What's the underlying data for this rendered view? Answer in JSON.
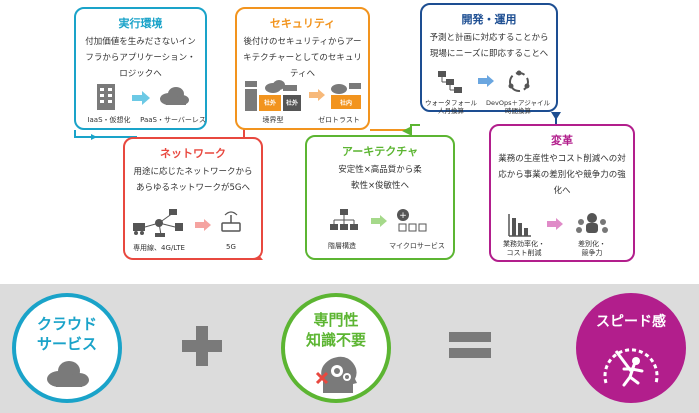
{
  "cards": {
    "env": {
      "title": "実行環境",
      "desc": "付加価値を生みださないインフラからアプリケーション・ロジックへ",
      "label_left": "IaaS・仮想化",
      "label_right": "PaaS・サーバーレス",
      "color": "#1aa3c9"
    },
    "sec": {
      "title": "セキュリティ",
      "desc": "後付けのセキュリティからアーキテクチャーとしてのセキュリティへ",
      "label_left": "境界型",
      "label_right": "ゼロトラスト",
      "badge_a": "社外",
      "badge_b": "社外",
      "badge_c": "社内",
      "color": "#f2941e"
    },
    "dev": {
      "title": "開発・運用",
      "desc": "予測と計画に対応することから現場にニーズに即応することへ",
      "label_left": "ウォータフォール\n人月換算",
      "label_right": "DevOps＋アジャイル\n時間換算",
      "color": "#1d4e92"
    },
    "net": {
      "title": "ネットワーク",
      "desc": "用途に応じたネットワークからあらゆるネットワークが5Gへ",
      "label_left": "専用線、4G/LTE",
      "label_right": "5G",
      "color": "#e8483f"
    },
    "arch": {
      "title": "アーキテクチャ",
      "desc": "安定性×高品質から柔軟性×俊敏性へ",
      "label_left": "階層構造",
      "label_right": "マイクロサービス",
      "color": "#5cb532"
    },
    "reform": {
      "title": "変革",
      "desc": "業務の生産性やコスト削減への対応から事業の差別化や競争力の強化へ",
      "label_left": "業務効率化・\nコスト削減",
      "label_right": "差別化・\n競争力",
      "color": "#b21e8c"
    }
  },
  "bottom": {
    "cloud": {
      "line1": "クラウド",
      "line2": "サービス",
      "color": "#1aa3c9"
    },
    "expert": {
      "line1": "専門性",
      "line2": "知識不要",
      "color": "#5cb532"
    },
    "speed": {
      "line1": "スピード感",
      "color": "#b21e8c"
    },
    "plus": "+",
    "equals": "="
  }
}
